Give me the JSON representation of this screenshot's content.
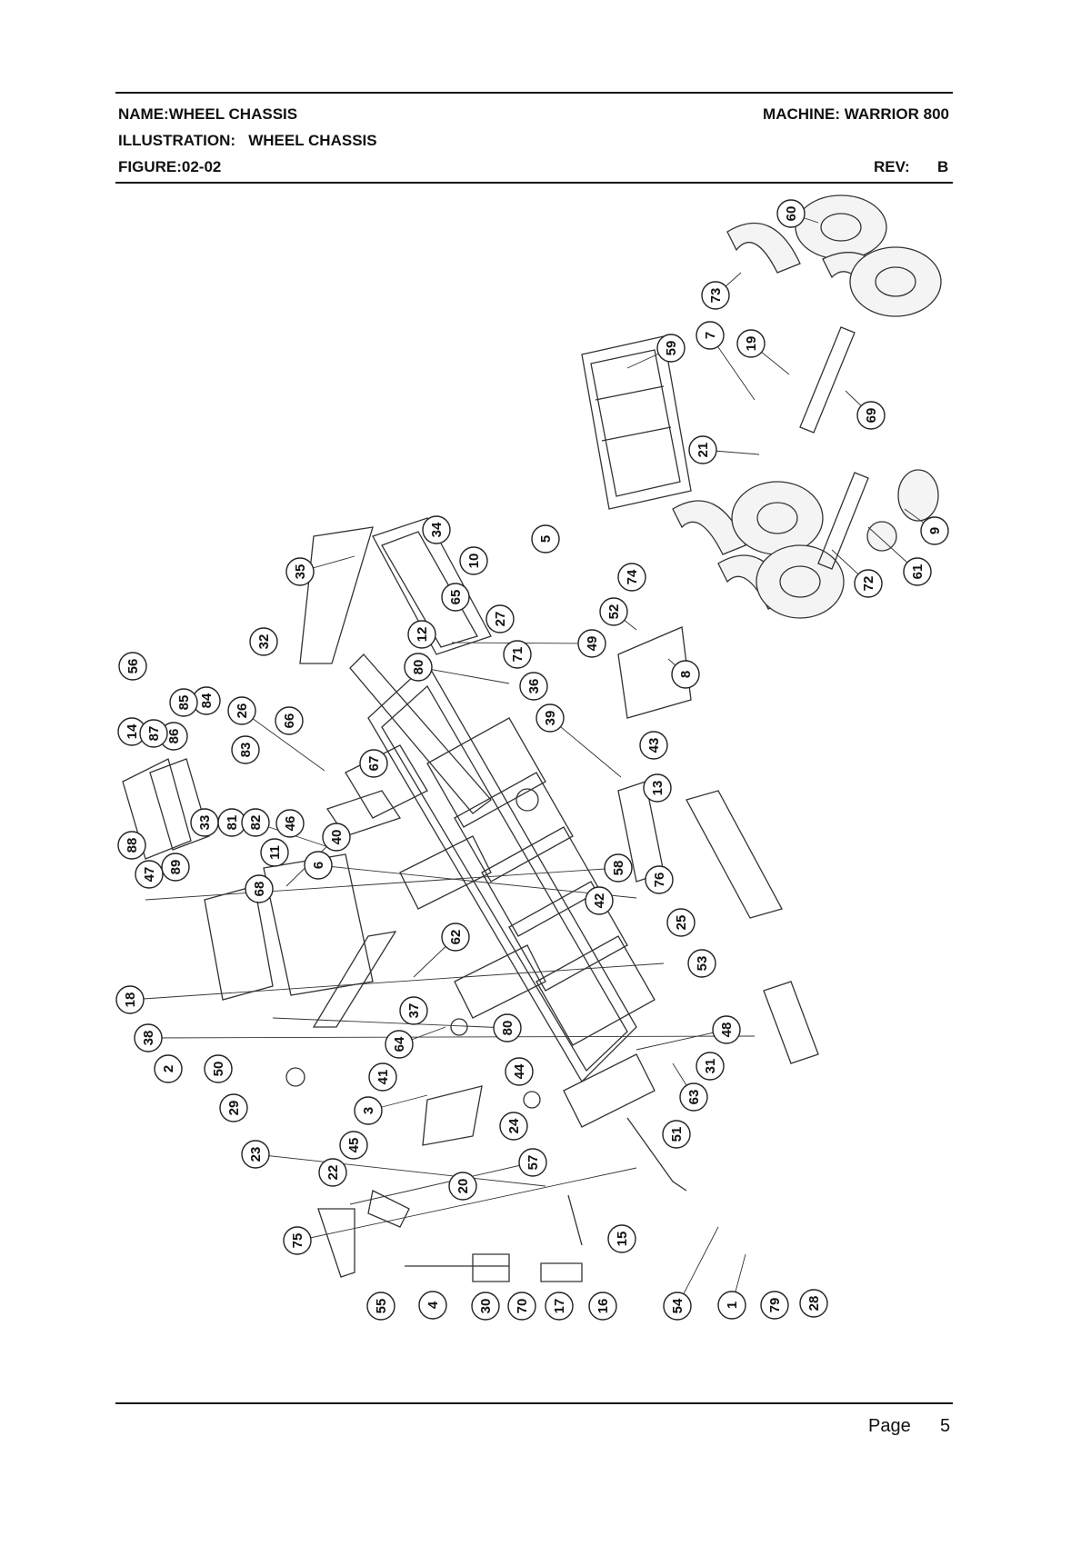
{
  "header": {
    "name_label": "NAME:",
    "name_value": "WHEEL CHASSIS",
    "machine": "MACHINE: WARRIOR 800",
    "illustration_label": "ILLUSTRATION:",
    "illustration_value": "WHEEL CHASSIS",
    "figure_label": "FIGURE:",
    "figure_value": "02-02",
    "rev_label": "REV:",
    "rev_value": "B"
  },
  "footer": {
    "page_label": "Page",
    "page_number": "5"
  },
  "callouts": [
    "60",
    "73",
    "7",
    "19",
    "59",
    "69",
    "21",
    "9",
    "61",
    "72",
    "34",
    "5",
    "10",
    "35",
    "65",
    "27",
    "74",
    "52",
    "12",
    "71",
    "49",
    "32",
    "80",
    "36",
    "8",
    "56",
    "84",
    "85",
    "86",
    "14",
    "87",
    "26",
    "66",
    "39",
    "43",
    "83",
    "67",
    "13",
    "81",
    "82",
    "33",
    "46",
    "40",
    "88",
    "89",
    "11",
    "6",
    "58",
    "47",
    "76",
    "68",
    "42",
    "25",
    "62",
    "53",
    "18",
    "38",
    "37",
    "80",
    "31",
    "48",
    "2",
    "50",
    "64",
    "41",
    "44",
    "63",
    "29",
    "3",
    "24",
    "51",
    "45",
    "23",
    "20",
    "57",
    "22",
    "15",
    "75",
    "54",
    "1",
    "79",
    "28",
    "55",
    "4",
    "30",
    "70",
    "17",
    "16"
  ]
}
